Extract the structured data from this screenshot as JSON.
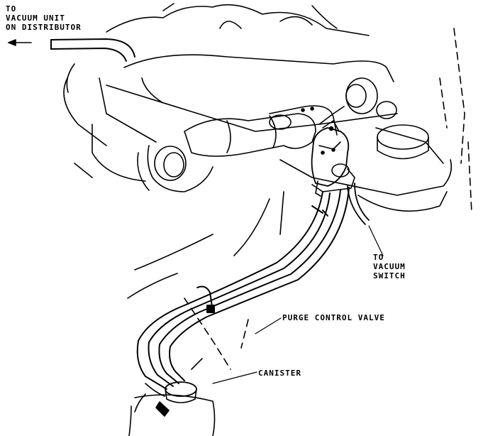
{
  "labels": {
    "vacuum_unit": [
      "TO",
      "VACUUM UNIT",
      "ON DISTRIBUTOR"
    ],
    "vacuum_switch": [
      "TO",
      "VACUUM",
      "SWITCH"
    ],
    "purge_valve": "PURGE CONTROL VALVE",
    "canister": "CANISTER"
  },
  "colors": {
    "line": "#000000",
    "background": "#ffffff"
  }
}
